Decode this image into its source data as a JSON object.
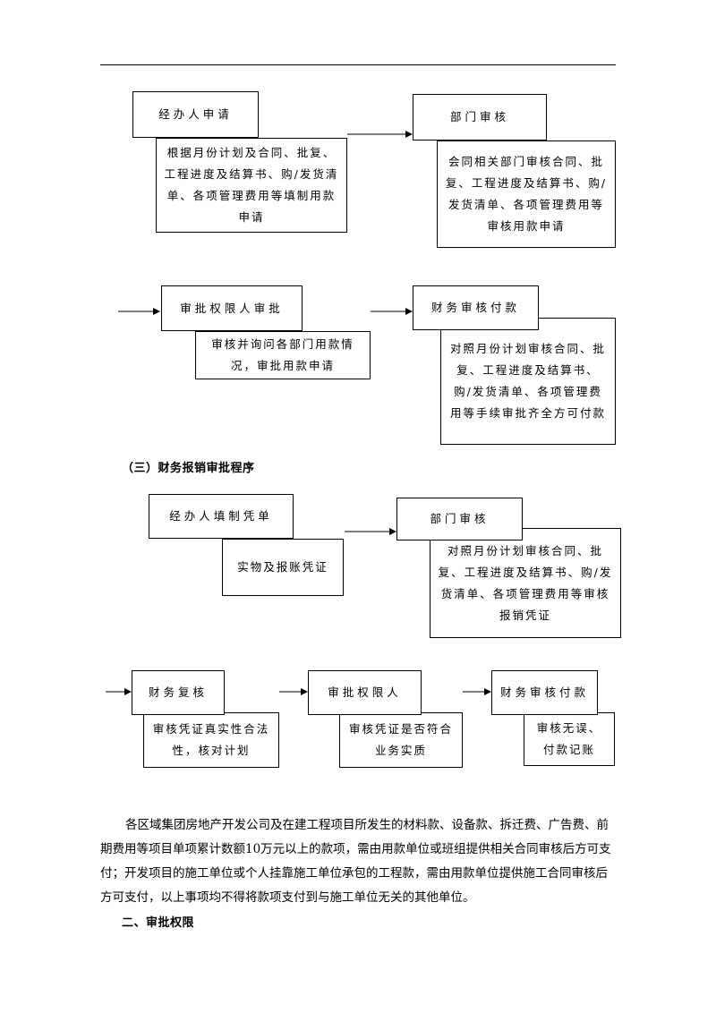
{
  "flow_a": {
    "apply_title": "经办人申请",
    "apply_detail": "根据月份计划及合同、批复、工程进度及结算书、购/发货清单、各项管理费用等填制用款申请",
    "dept_title": "部门审核",
    "dept_detail": "会同相关部门审核合同、批复、工程进度及结算书、购/发货清单、各项管理费用等审核用款申请",
    "approver_title": "审批权限人审批",
    "approver_detail": "审核并询问各部门用款情况，审批用款申请",
    "finance_title": "财务审核付款",
    "finance_detail": "对照月份计划审核合同、批复、工程进度及结算书、购/发货清单、各项管理费用等手续审批齐全方可付款"
  },
  "section3_heading": "（三）财务报销审批程序",
  "flow_b": {
    "fill_title": "经办人填制凭单",
    "fill_detail": "实物及报账凭证",
    "dept_title": "部门审核",
    "dept_detail": "对照月份计划审核合同、批复、工程进度及结算书、购/发货清单、各项管理费用等审核报销凭证",
    "recheck_title": "财务复核",
    "recheck_detail": "审核凭证真实性合法性，核对计划",
    "approver_title": "审批权限人",
    "approver_detail": "审核凭证是否符合业务实质",
    "pay_title": "财务审核付款",
    "pay_detail": "审核无误、付款记账"
  },
  "paragraph": "各区域集团房地产开发公司及在建工程项目所发生的材料款、设备款、拆迁费、广告费、前期费用等项目单项累计数额10万元以上的款项，需由用款单位或班组提供相关合同审核后方可支付；开发项目的施工单位或个人挂靠施工单位承包的工程款，需由用款单位提供施工合同审核后方可支付，以上事项均不得将款项支付到与施工单位无关的其他单位。",
  "section2_heading": "二、审批权限"
}
